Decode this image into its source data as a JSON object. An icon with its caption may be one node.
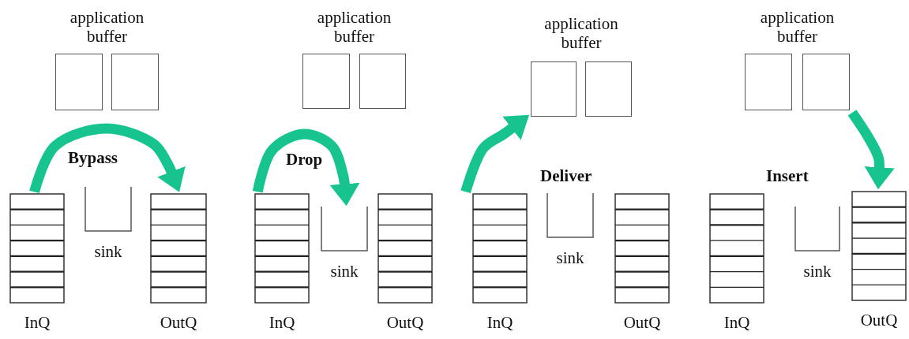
{
  "diagram": {
    "nodes": [
      {
        "text": [
          "application buffer"
        ]
      },
      {
        "text": [],
        "shape": "box",
        "in": 0
      },
      {
        "text": [],
        "shape": "box",
        "in": 0
      },
      {
        "text": [
          "InQ"
        ]
      },
      {
        "text": [
          "sink"
        ]
      },
      {
        "text": [
          "OutQ"
        ]
      },
      {
        "text": [
          "application buffer"
        ]
      },
      {
        "text": [],
        "shape": "box",
        "in": 6
      },
      {
        "text": [],
        "shape": "box",
        "in": 6
      },
      {
        "text": [
          "InQ"
        ]
      },
      {
        "text": [
          "sink"
        ]
      },
      {
        "text": [
          "OutQ"
        ]
      },
      {
        "text": [
          "application buffer"
        ]
      },
      {
        "text": [],
        "shape": "box",
        "in": 12
      },
      {
        "text": [],
        "shape": "box",
        "in": 12
      },
      {
        "text": [
          "InQ"
        ]
      },
      {
        "text": [
          "sink"
        ]
      },
      {
        "text": [
          "OutQ"
        ]
      },
      {
        "text": [
          "application buffer"
        ]
      },
      {
        "text": [],
        "shape": "box",
        "in": 18
      },
      {
        "text": [],
        "shape": "box",
        "in": 18
      },
      {
        "text": [
          "InQ"
        ]
      },
      {
        "text": [
          "sink"
        ]
      },
      {
        "text": [
          "OutQ"
        ]
      }
    ],
    "edges": [
      {
        "from": 3,
        "to": 5,
        "arrow": "to",
        "label": "Bypass"
      },
      {
        "from": 9,
        "to": 10,
        "arrow": "to",
        "label": "Drop"
      },
      {
        "from": 15,
        "to": 13,
        "arrow": "to",
        "label": "Deliver"
      },
      {
        "from": 20,
        "to": 23,
        "arrow": "to",
        "label": "Insert"
      }
    ]
  }
}
